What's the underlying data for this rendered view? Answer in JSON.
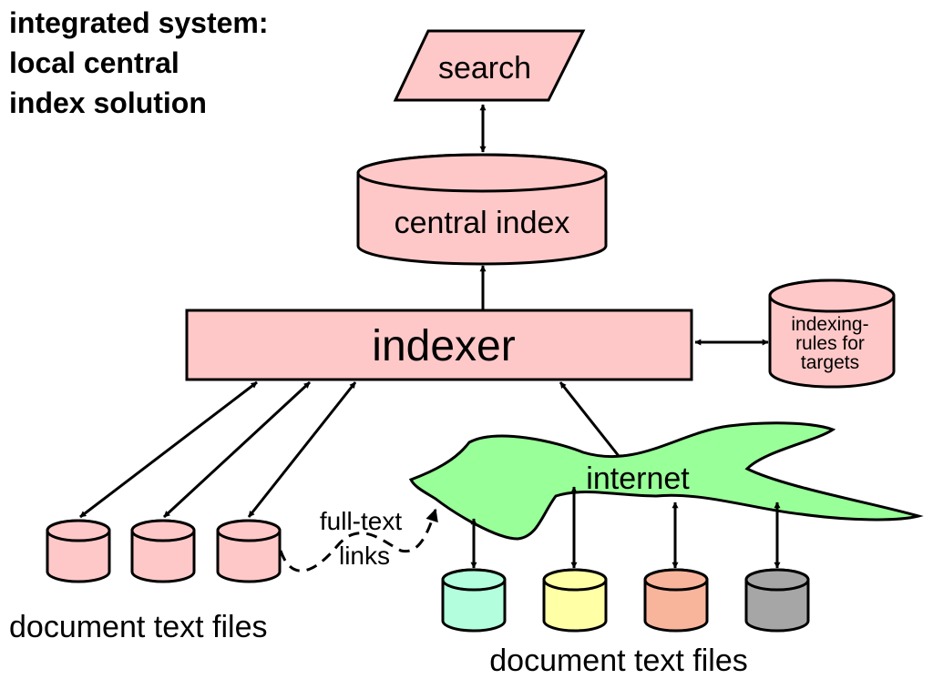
{
  "title": {
    "line1": "integrated system:",
    "line2": "local central",
    "line3": "index solution"
  },
  "nodes": {
    "search": "search",
    "central_index": "central index",
    "indexer": "indexer",
    "rules_line1": "indexing-",
    "rules_line2": "rules for",
    "rules_line3": "targets",
    "internet": "internet"
  },
  "edge_labels": {
    "fulltext_line1": "full-text",
    "fulltext_line2": "links"
  },
  "groups": {
    "local_files": "document text files",
    "remote_files": "document text files"
  },
  "colors": {
    "pink": "#ffc8c8",
    "internet_green": "#99ff99",
    "remote_db_1": "#b3ffdd",
    "remote_db_2": "#ffffa6",
    "remote_db_3": "#f8b59b",
    "remote_db_4": "#a6a6a6",
    "stroke": "#000000"
  }
}
